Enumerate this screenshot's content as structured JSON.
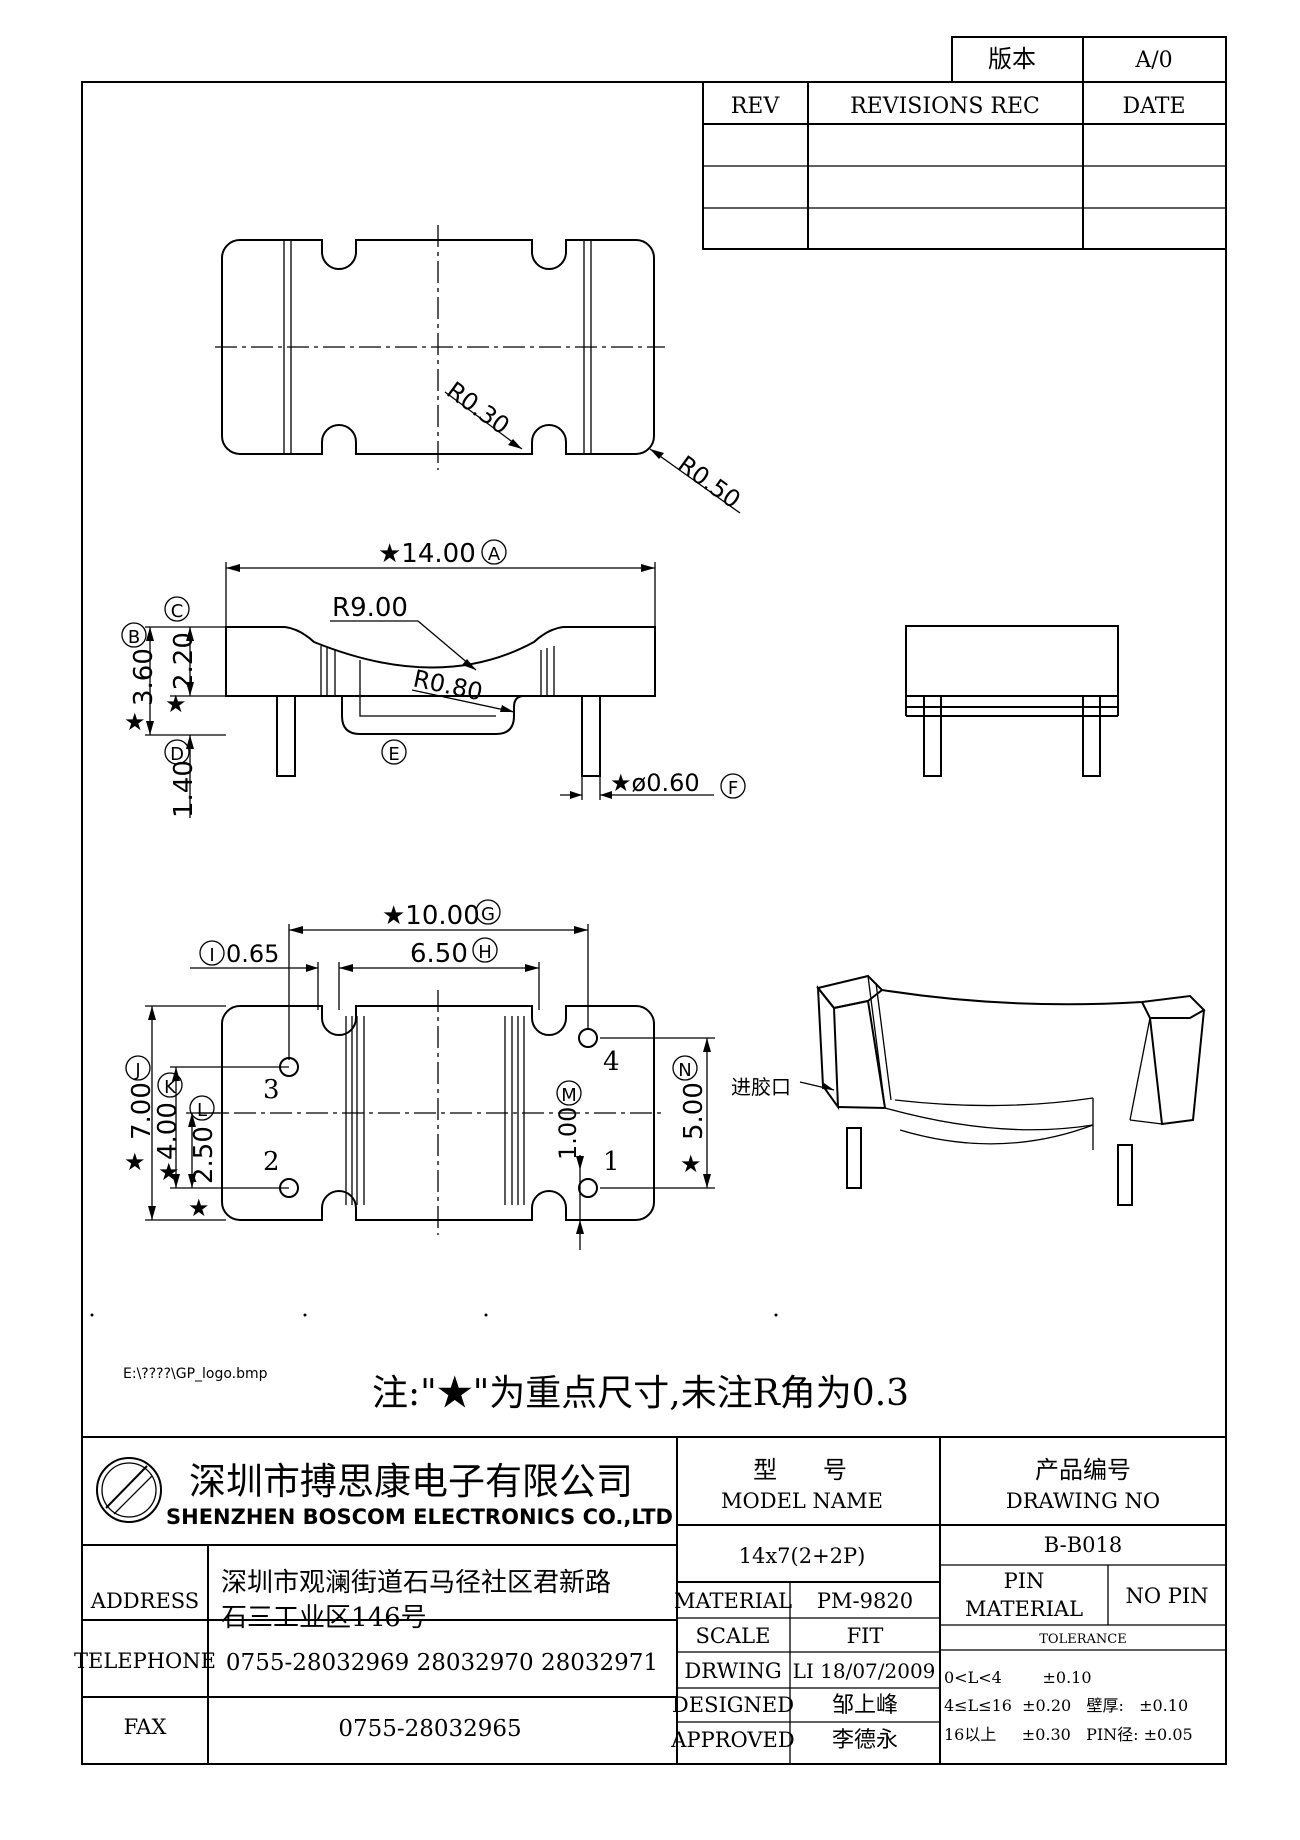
{
  "version_box": {
    "label": "版本",
    "value": "A/0"
  },
  "revisions": {
    "headers": {
      "rev": "REV",
      "rec": "REVISIONS REC",
      "date": "DATE"
    },
    "rows": [
      [
        "",
        "",
        ""
      ],
      [
        "",
        "",
        ""
      ],
      [
        "",
        "",
        ""
      ]
    ]
  },
  "dims": {
    "r030": "R0.30",
    "r050": "R0.50",
    "len14": "★14.00",
    "tagA": "A",
    "r900": "R9.00",
    "r080": "R0.80",
    "tagB": "B",
    "tagC": "C",
    "tagD": "D",
    "tagE": "E",
    "h360": "3.60",
    "h220": "2.20",
    "h140": "1.40",
    "star": "★",
    "pin060": "★ø0.60",
    "tagF": "F",
    "w1000": "★10.00",
    "tagG": "G",
    "w650": "6.50",
    "tagH": "H",
    "w065": "0.65",
    "tagI": "I",
    "h700": "7.00",
    "tagJ": "J",
    "h400": "4.00",
    "tagK": "K",
    "h250": "2.50",
    "tagL": "L",
    "h100": "1.00",
    "tagM": "M",
    "h500": "5.00",
    "tagN": "N",
    "pin1": "1",
    "pin2": "2",
    "pin3": "3",
    "pin4": "4",
    "gate": "进胶口"
  },
  "logo_path": "E:\\????\\GP_logo.bmp",
  "note": "注:\"★\"为重点尺寸,未注R角为0.3",
  "title_block": {
    "company_cn": "深圳市搏思康电子有限公司",
    "company_en": "SHENZHEN BOSCOM ELECTRONICS CO.,LTD",
    "address_label": "ADDRESS",
    "address_line1": "深圳市观澜街道石马径社区君新路",
    "address_line2": "石三工业区146号",
    "telephone_label": "TELEPHONE",
    "telephone": "0755-28032969 28032970 28032971",
    "fax_label": "FAX",
    "fax": "0755-28032965",
    "model_cn": "型      号",
    "model_en": "MODEL NAME",
    "model_value": "14x7(2+2P)",
    "drawing_cn": "产品编号",
    "drawing_en": "DRAWING NO",
    "drawing_value": "B-B018",
    "material_label": "MATERIAL",
    "material_value": "PM-9820",
    "scale_label": "SCALE",
    "scale_value": "FIT",
    "drwing_label": "DRWING",
    "drwing_value": "LI 18/07/2009",
    "designed_label": "DESIGNED",
    "designed_value": "邹上峰",
    "approved_label": "APPROVED",
    "approved_value": "李德永",
    "pin_material_label1": "PIN",
    "pin_material_label2": "MATERIAL",
    "pin_material_value": "NO PIN",
    "tolerance_label": "TOLERANCE",
    "tol_row1": "0<L<4        ±0.10",
    "tol_row2": "4≤L≤16  ±0.20   壁厚:   ±0.10",
    "tol_row3": "16以上     ±0.30   PIN径: ±0.05"
  }
}
